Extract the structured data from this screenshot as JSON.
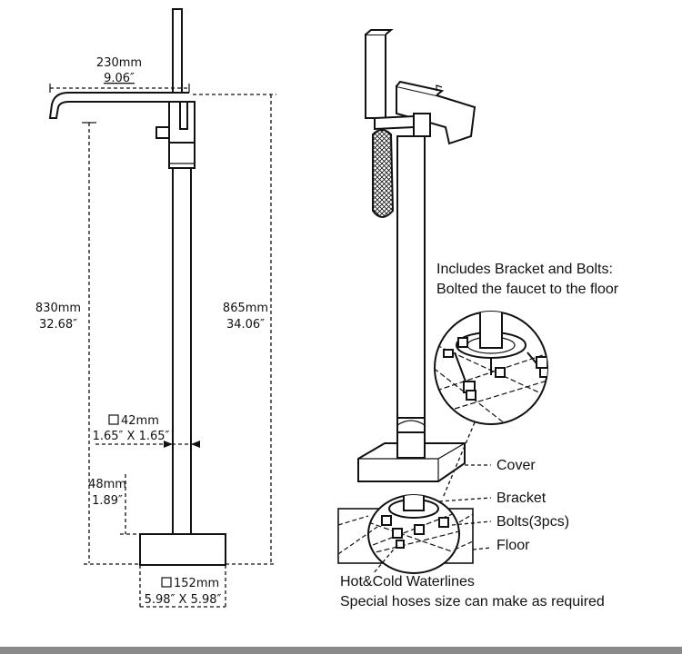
{
  "colors": {
    "line": "#111111",
    "footer": "#8a8a8a"
  },
  "dimensions": {
    "spout_reach": {
      "mm": "230mm",
      "inch": "9.06″"
    },
    "spout_height": {
      "mm": "830mm",
      "inch": "32.68″"
    },
    "total_height": {
      "mm": "865mm",
      "inch": "34.06″"
    },
    "column_size": {
      "mm": "42mm",
      "inch": "1.65″ X 1.65″"
    },
    "base_height": {
      "mm": "48mm",
      "inch": "1.89″"
    },
    "base_size": {
      "mm": "152mm",
      "inch": "5.98″ X 5.98″"
    }
  },
  "notes": {
    "bracket_title": "Includes Bracket and Bolts:",
    "bracket_sub": "Bolted the faucet to the floor",
    "parts": [
      "Cover",
      "Bracket",
      "Bolts(3pcs)",
      "Floor"
    ],
    "waterlines": "Hot&Cold Waterlines",
    "hoses": "Special hoses size can make as required"
  },
  "icons": {
    "square": "square-outline-icon"
  }
}
